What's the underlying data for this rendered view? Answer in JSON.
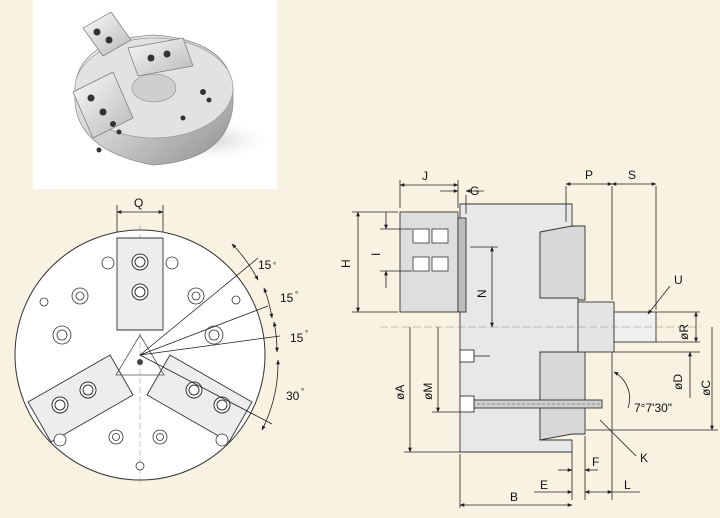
{
  "colors": {
    "background": "#f7f2e1",
    "metal": "#dcdcdc",
    "metal_dark": "#9a9a9a",
    "line": "#222222",
    "photo_bg": "#ffffff"
  },
  "front_view": {
    "labels": {
      "Q": "Q",
      "angle_1": "15",
      "angle_2": "15",
      "angle_3": "15",
      "angle_4": "30",
      "deg": "°"
    }
  },
  "side_view": {
    "labels": {
      "J": "J",
      "G": "G",
      "H": "H",
      "I": "I",
      "N": "N",
      "P": "P",
      "S": "S",
      "U": "U",
      "R": "øR",
      "A": "øA",
      "M": "øM",
      "D": "øD",
      "C": "øC",
      "taper": "7°7'30\"",
      "K": "K",
      "F": "F",
      "E": "E",
      "L": "L",
      "B": "B"
    }
  }
}
